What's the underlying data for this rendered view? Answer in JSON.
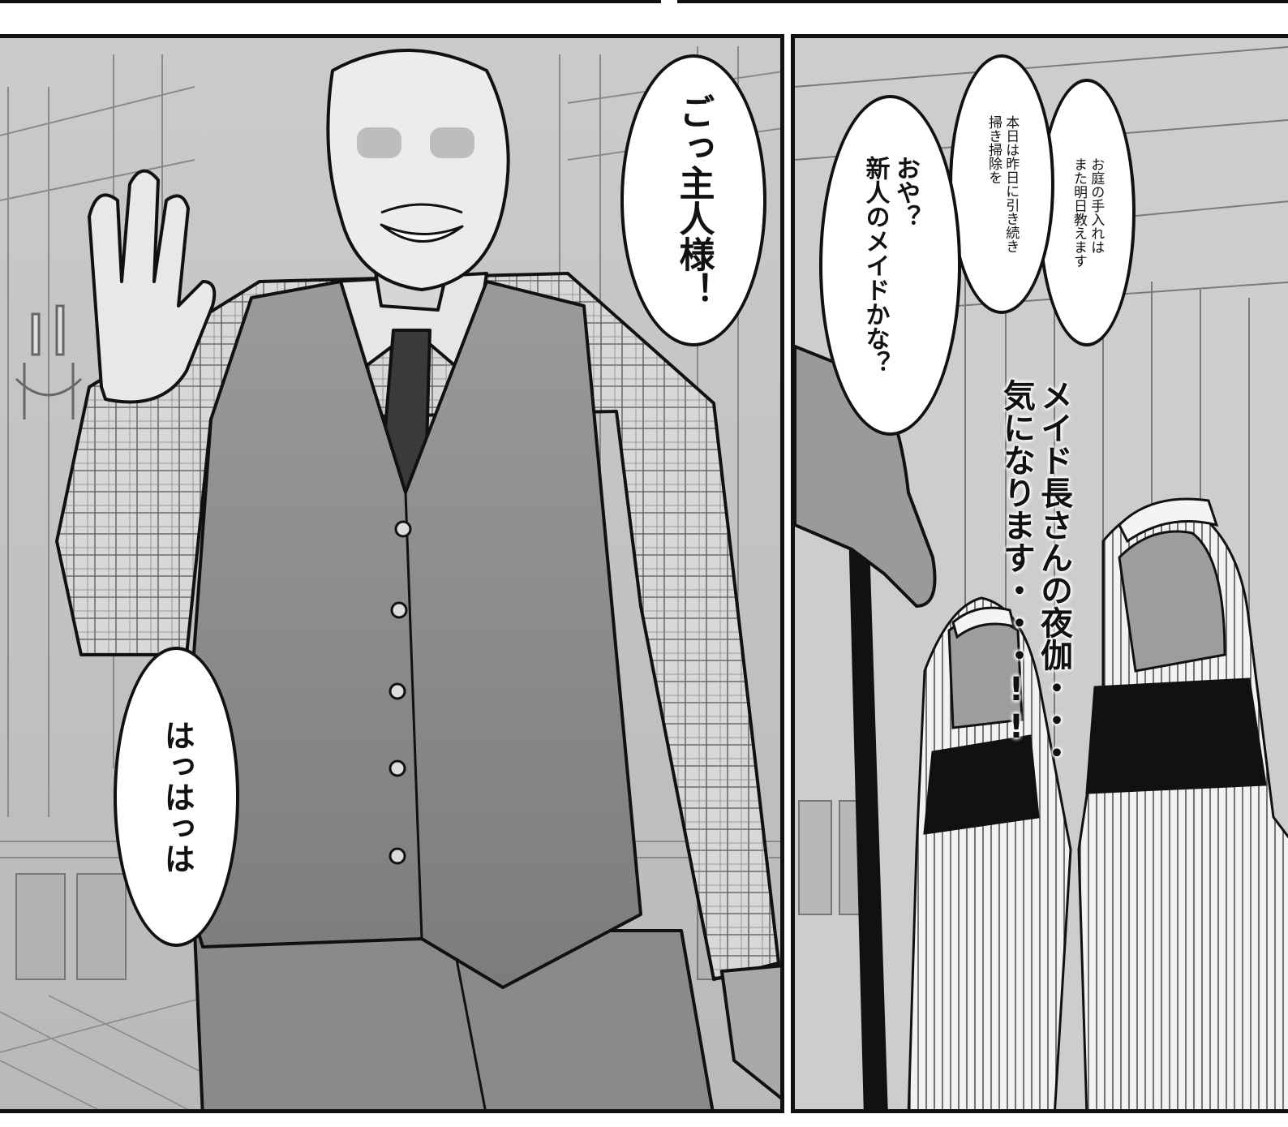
{
  "left_panel": {
    "speech_1": "ごっ主人様！",
    "speech_2": "はっはっは"
  },
  "right_panel": {
    "speech_3": "お庭の手入れは\nまた明日教えます",
    "speech_4": "本日は昨日に引き続き\n掃き掃除を",
    "speech_5": "おや？\n新人のメイドかな？",
    "narration": "メイド長さんの夜伽・・・\n気になります・・・!!"
  }
}
